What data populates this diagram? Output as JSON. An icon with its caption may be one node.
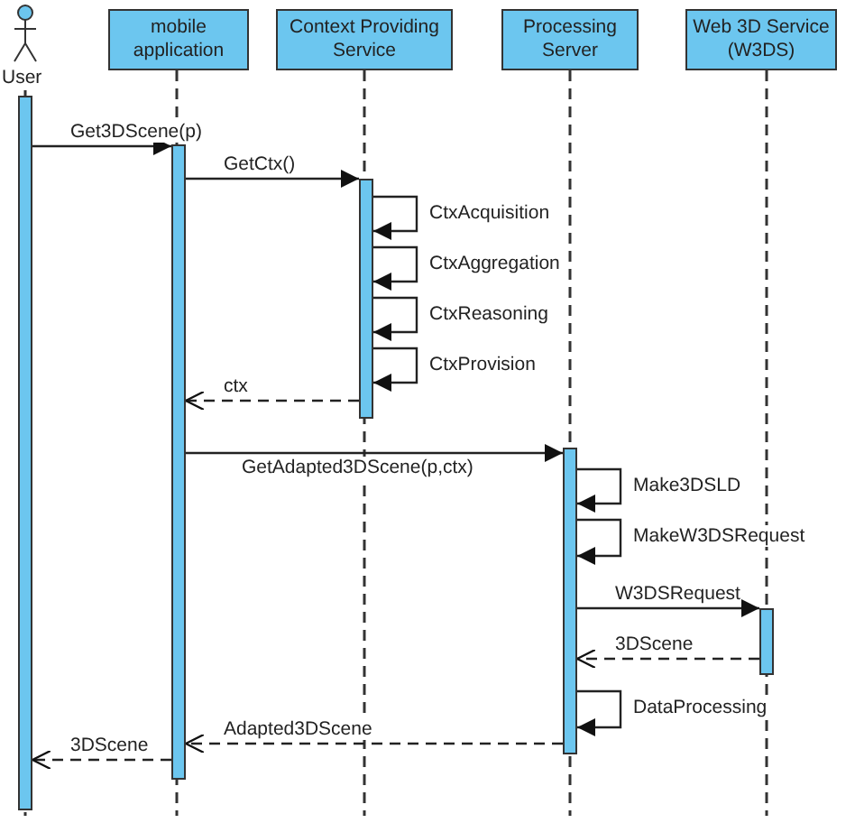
{
  "diagram": {
    "nodes": [
      {
        "text": [
          "User"
        ]
      },
      {
        "text": [
          "mobile application"
        ]
      },
      {
        "text": [
          "Context Providing Service"
        ]
      },
      {
        "text": [
          "Processing Server"
        ]
      },
      {
        "text": [
          "Web 3D Service (W3DS)"
        ]
      },
      {
        "text": [],
        "shape": "bar"
      },
      {
        "text": [],
        "shape": "bar"
      },
      {
        "text": [],
        "shape": "bar"
      },
      {
        "text": [],
        "shape": "bar"
      },
      {
        "text": [],
        "shape": "bar"
      }
    ],
    "edges": [
      {
        "from": 5,
        "to": 6,
        "arrow": "to",
        "label": "Get3DScene(p)"
      },
      {
        "from": 6,
        "to": 7,
        "arrow": "to",
        "label": "GetCtx()"
      },
      {
        "from": 7,
        "to": 7,
        "arrow": "to",
        "label": "CtxAcquisition"
      },
      {
        "from": 7,
        "to": 7,
        "arrow": "to",
        "label": "CtxAggregation"
      },
      {
        "from": 7,
        "to": 7,
        "arrow": "to",
        "label": "CtxReasoning"
      },
      {
        "from": 7,
        "to": 7,
        "arrow": "to",
        "label": "CtxProvision"
      },
      {
        "from": 7,
        "to": 6,
        "arrow": "to",
        "label": "ctx",
        "style": "dashed"
      },
      {
        "from": 6,
        "to": 8,
        "arrow": "to",
        "label": "GetAdapted3DScene(p,ctx)"
      },
      {
        "from": 8,
        "to": 8,
        "arrow": "to",
        "label": "Make3DSLD"
      },
      {
        "from": 8,
        "to": 8,
        "arrow": "to",
        "label": "MakeW3DSRequest"
      },
      {
        "from": 8,
        "to": 9,
        "arrow": "to",
        "label": "W3DSRequest"
      },
      {
        "from": 9,
        "to": 8,
        "arrow": "to",
        "label": "3DScene",
        "style": "dashed"
      },
      {
        "from": 8,
        "to": 8,
        "arrow": "to",
        "label": "DataProcessing"
      },
      {
        "from": 8,
        "to": 6,
        "arrow": "to",
        "label": "Adapted3DScene",
        "style": "dashed"
      },
      {
        "from": 6,
        "to": 5,
        "arrow": "to",
        "label": "3DScene",
        "style": "dashed"
      }
    ]
  }
}
